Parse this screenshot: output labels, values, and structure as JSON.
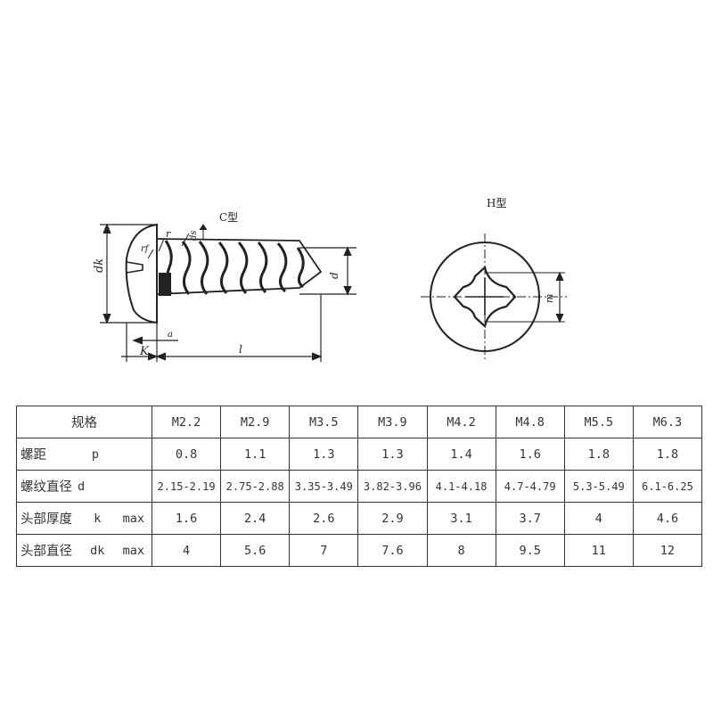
{
  "drawing": {
    "view_c": {
      "title": "C型",
      "labels": {
        "dk": "dk",
        "k": "K",
        "l": "l",
        "d": "d",
        "r": "r",
        "rf": "rf",
        "a": "a",
        "ds": "ds"
      }
    },
    "view_h": {
      "title": "H型",
      "labels": {
        "m": "m"
      }
    }
  },
  "table": {
    "corner": "规格",
    "sizes": [
      "M2.2",
      "M2.9",
      "M3.5",
      "M3.9",
      "M4.2",
      "M4.8",
      "M5.5",
      "M6.3"
    ],
    "rows": [
      {
        "name": "螺距",
        "symbol": "p",
        "qualifier": "",
        "values": [
          "0.8",
          "1.1",
          "1.3",
          "1.3",
          "1.4",
          "1.6",
          "1.8",
          "1.8"
        ]
      },
      {
        "name": "螺纹直径",
        "symbol": "d",
        "qualifier": "",
        "values": [
          "2.15-2.19",
          "2.75-2.88",
          "3.35-3.49",
          "3.82-3.96",
          "4.1-4.18",
          "4.7-4.79",
          "5.3-5.49",
          "6.1-6.25"
        ]
      },
      {
        "name": "头部厚度",
        "symbol": "k",
        "qualifier": "max",
        "values": [
          "1.6",
          "2.4",
          "2.6",
          "2.9",
          "3.1",
          "3.7",
          "4",
          "4.6"
        ]
      },
      {
        "name": "头部直径",
        "symbol": "dk",
        "qualifier": "max",
        "values": [
          "4",
          "5.6",
          "7",
          "7.6",
          "8",
          "9.5",
          "11",
          "12"
        ]
      }
    ]
  }
}
